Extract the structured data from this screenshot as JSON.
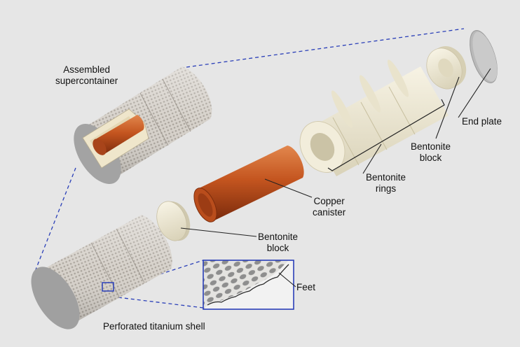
{
  "labels": {
    "assembled": [
      "Assembled",
      "supercontainer"
    ],
    "end_plate": "End plate",
    "bentonite_block_right": [
      "Bentonite",
      "block"
    ],
    "bentonite_rings": [
      "Bentonite",
      "rings"
    ],
    "copper_canister": [
      "Copper",
      "canister"
    ],
    "bentonite_block_center": [
      "Bentonite",
      "block"
    ],
    "feet": "Feet",
    "shell": "Perforated titanium shell"
  },
  "colors": {
    "background": "#e6e6e6",
    "titanium": "#d2cdc6",
    "titanium_end": "#9c9c9c",
    "bentonite": "#efe9d5",
    "copper": "#c4551f",
    "dash_line": "#2a3fb8"
  }
}
